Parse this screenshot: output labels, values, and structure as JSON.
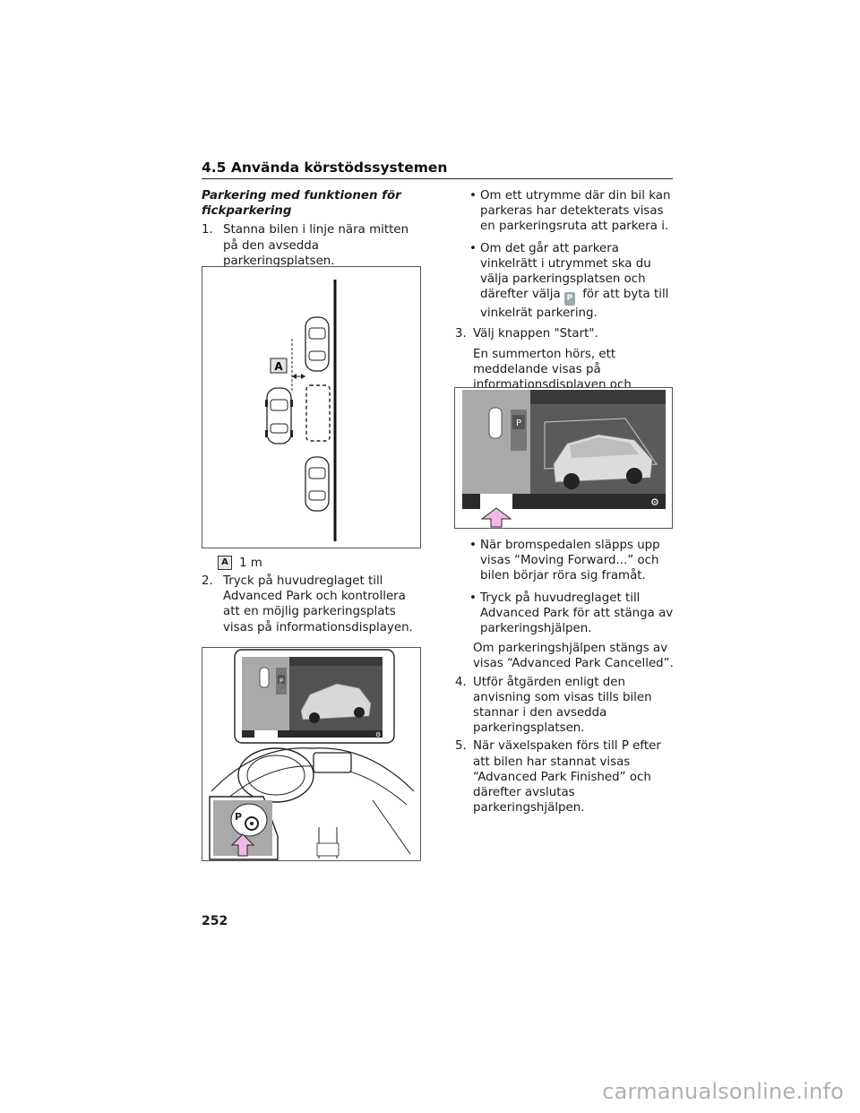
{
  "header": {
    "title": "4.5 Använda körstödssystemen"
  },
  "left": {
    "section_title": "Parkering med funktionen för fickparkering",
    "step1": {
      "num": "1.",
      "text": "Stanna bilen i linje nära mitten på den avsedda parkeringsplatsen."
    },
    "fig1_letter": "A",
    "legend_letter": "A",
    "legend_text": "1 m",
    "step2": {
      "num": "2.",
      "text": "Tryck på huvudreglaget till Advanced Park och kontrollera att en möjlig parkeringsplats visas på informationsdisplayen."
    },
    "fig2_p_label": "P",
    "fig2_display_p": "P"
  },
  "right": {
    "bullet1": "Om ett utrymme där din bil kan parkeras har detekterats visas en parkeringsruta att parkera i.",
    "bullet2_a": "Om det går att parkera vinkelrätt i utrymmet ska du välja parkeringsplatsen och därefter välja",
    "bullet2_b": "för att byta till vinkelrät parkering.",
    "step3": {
      "num": "3.",
      "text": "Välj knappen \"Start\"."
    },
    "step3_para": "En summerton hörs, ett meddelande visas på informationsdisplayen och parkeringshjälpen börjar.",
    "fig3_display_p": "P",
    "bullet3": "När bromspedalen släpps upp visas “Moving Forward...” och bilen börjar röra sig framåt.",
    "bullet4": "Tryck på huvudreglaget till Advanced Park för att stänga av parkeringshjälpen.",
    "para4": "Om parkeringshjälpen stängs av visas “Advanced Park Cancelled”.",
    "step4": {
      "num": "4.",
      "text": "Utför åtgärden enligt den anvisning som visas tills bilen stannar i den avsedda parkeringsplatsen."
    },
    "step5": {
      "num": "5.",
      "text": "När växelspaken förs till P efter att bilen har stannat visas “Advanced Park Finished” och därefter avslutas parkeringshjälpen."
    }
  },
  "footer": {
    "page_number": "252",
    "watermark": "carmanualsonline.info"
  },
  "colors": {
    "arrow_pink": "#f2b8e6",
    "display_grey": "#a9a9a9",
    "display_dark": "#3a3a3a"
  }
}
